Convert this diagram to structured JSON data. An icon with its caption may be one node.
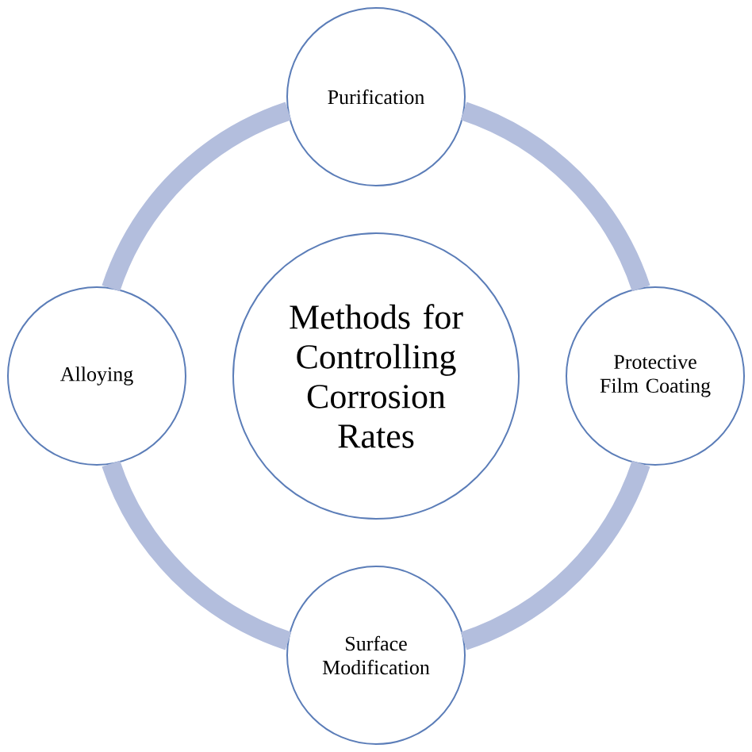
{
  "diagram": {
    "nodes": [
      {
        "text": [
          "Methods for Controlling Corrosion Rates"
        ]
      },
      {
        "text": [
          "Purification"
        ]
      },
      {
        "text": [
          "Protective Film Coating"
        ]
      },
      {
        "text": [
          "Surface Modification"
        ]
      },
      {
        "text": [
          "Alloying"
        ]
      }
    ],
    "edges": [
      {
        "from": 1,
        "to": 2,
        "arrow": "none"
      },
      {
        "from": 2,
        "to": 3,
        "arrow": "none"
      },
      {
        "from": 3,
        "to": 4,
        "arrow": "none"
      },
      {
        "from": 4,
        "to": 1,
        "arrow": "none"
      }
    ]
  }
}
